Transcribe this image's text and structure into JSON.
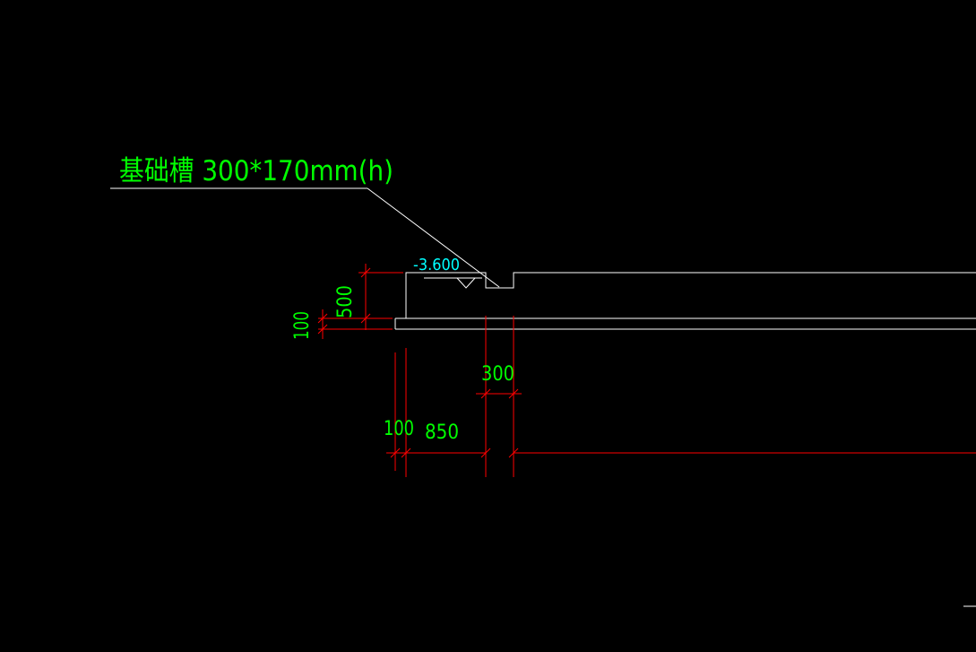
{
  "colors": {
    "background": "#000000",
    "text": "#00FF00",
    "elevation_text": "#00FFFF",
    "dimension": "#FF0000",
    "geometry": "#FFFFFF"
  },
  "annotation": {
    "label": "基础槽 300*170mm(h)"
  },
  "elevation": {
    "label": "-3.600"
  },
  "dimensions": {
    "height_500": "500",
    "height_100": "100",
    "width_300": "300",
    "width_100": "100",
    "width_850": "850"
  }
}
